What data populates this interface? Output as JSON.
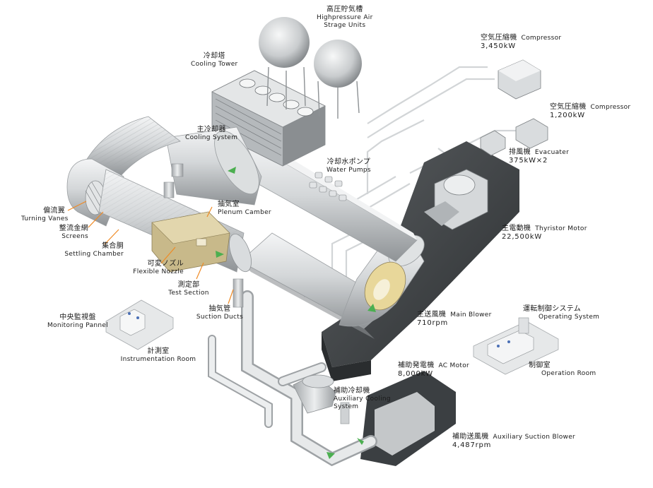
{
  "labels": {
    "air_tanks": {
      "ja": "高圧貯気槽",
      "en": "Highpressure Air",
      "en2": "Strage Units"
    },
    "cooling_tower": {
      "ja": "冷却塔",
      "en": "Cooling Tower"
    },
    "compressor_1": {
      "ja": "空気圧縮機",
      "en": "Compressor",
      "value": "3,450kW"
    },
    "compressor_2": {
      "ja": "空気圧縮機",
      "en": "Compressor",
      "value": "1,200kW"
    },
    "evacuater": {
      "ja": "排風機",
      "en": "Evacuater",
      "value": "375kW×2"
    },
    "main_cooler": {
      "ja": "主冷却器",
      "en": "Cooling System"
    },
    "water_pumps": {
      "ja": "冷却水ポンプ",
      "en": "Water Pumps"
    },
    "turning_vanes": {
      "ja": "偏流翼",
      "en": "Turning Vanes"
    },
    "screens": {
      "ja": "整流金網",
      "en": "Screens"
    },
    "settling_chamber": {
      "ja": "集合胴",
      "en": "Settling Chamber"
    },
    "plenum": {
      "ja": "抽気室",
      "en": "Plenum Camber"
    },
    "thyristor": {
      "ja": "主電動機",
      "en": "Thyristor Motor",
      "value": "22,500kW"
    },
    "nozzle": {
      "ja": "可変ノズル",
      "en": "Flexible Nozzle"
    },
    "test_section": {
      "ja": "測定部",
      "en": "Test Section"
    },
    "suction_ducts": {
      "ja": "抽気管",
      "en": "Suction Ducts"
    },
    "monitoring": {
      "ja": "中央監視盤",
      "en": "Monitoring Pannel"
    },
    "instrumentation": {
      "ja": "計測室",
      "en": "Instrumentation Room"
    },
    "main_blower": {
      "ja": "主送風機",
      "en": "Main Blower",
      "value": "710rpm"
    },
    "operating_system": {
      "ja": "運転制御システム",
      "en": "Operating System"
    },
    "operation_room": {
      "ja": "制御室",
      "en": "Operation Room"
    },
    "ac_motor": {
      "ja": "補助発電機",
      "en": "AC Motor",
      "value": "8,000kW"
    },
    "aux_cooling": {
      "ja": "補助冷却機",
      "en": "Auxiliary Cooling",
      "en2": "System"
    },
    "aux_blower": {
      "ja": "補助送風機",
      "en": "Auxiliary Suction Blower",
      "value": "4,487rpm"
    }
  },
  "colors": {
    "duct_light": "#e8eaeb",
    "duct_mid": "#c6c9cb",
    "duct_dark": "#8d9194",
    "floor": "#44484a",
    "floor_light": "#8a8e91",
    "accent_nozzle": "#c8b98a",
    "flow_arrow": "#4caf50",
    "leader": "#f08a24",
    "pipe": "#ffffff"
  }
}
